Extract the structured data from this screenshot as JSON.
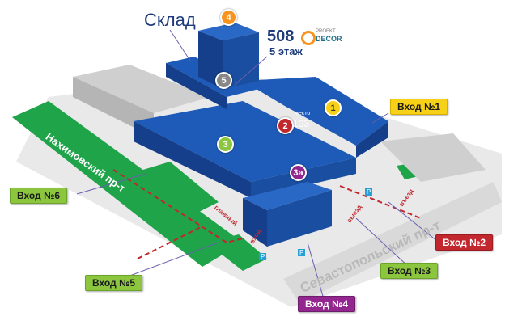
{
  "title_label": "Склад",
  "office": {
    "number": "508",
    "floor": "5 этаж",
    "brand_small": "PROEKT",
    "brand": "DECOR"
  },
  "place": {
    "caption": "место",
    "number": "103"
  },
  "buildings": [
    {
      "id": "1",
      "color": "#f7d117"
    },
    {
      "id": "2",
      "color": "#c1272d"
    },
    {
      "id": "3",
      "color": "#8cc63f"
    },
    {
      "id": "3a",
      "label": "3а",
      "color": "#93278f"
    },
    {
      "id": "4",
      "color": "#f7931e"
    },
    {
      "id": "5",
      "color": "#888888"
    }
  ],
  "entrances": [
    {
      "label": "Вход №1"
    },
    {
      "label": "Вход №2"
    },
    {
      "label": "Вход №3"
    },
    {
      "label": "Вход №4"
    },
    {
      "label": "Вход №5"
    },
    {
      "label": "Вход №6"
    }
  ],
  "roads": {
    "left": "Нахимовский пр-т",
    "right": "Севастопольский пр-т"
  },
  "ground_marks": {
    "main": "главный",
    "entry": "вход",
    "drive_in": "въезд",
    "drive_out": "выезд",
    "parking": "P"
  }
}
